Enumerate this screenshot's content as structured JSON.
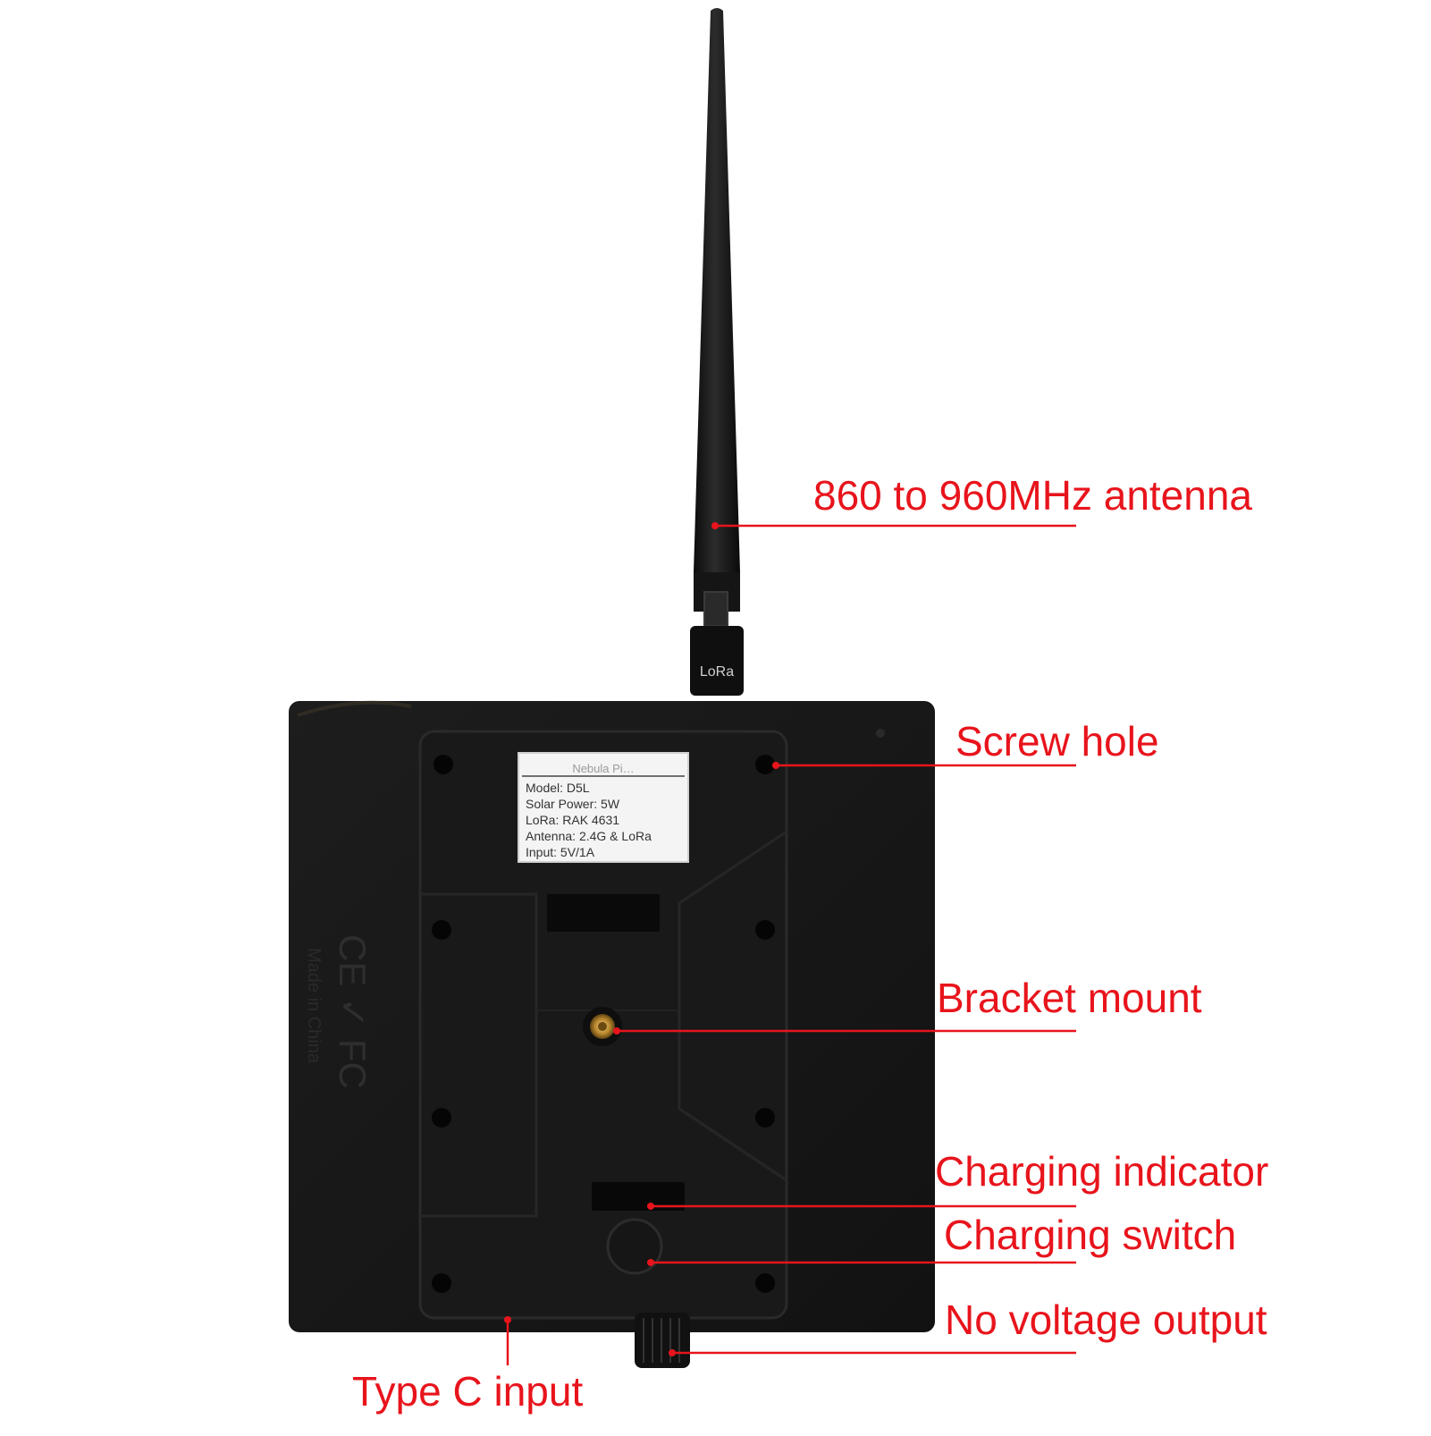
{
  "accent_color": "#e8141c",
  "device": {
    "antenna_base_mark": "LoRa",
    "spec_label": {
      "header": "Nebula Pi…",
      "lines": [
        "Model: D5L",
        "Solar Power: 5W",
        "LoRa: RAK 4631",
        "Antenna: 2.4G & LoRa",
        "Input: 5V/1A"
      ]
    },
    "embossed_marks": "CE ✓ FC",
    "embossed_brand": "Made in China"
  },
  "callouts": {
    "antenna": "860 to 960MHz antenna",
    "screw_hole": "Screw hole",
    "bracket_mount": "Bracket mount",
    "charging_indicator": "Charging indicator",
    "charging_switch": "Charging switch",
    "no_voltage_output": "No voltage output",
    "type_c_input": "Type C input"
  }
}
